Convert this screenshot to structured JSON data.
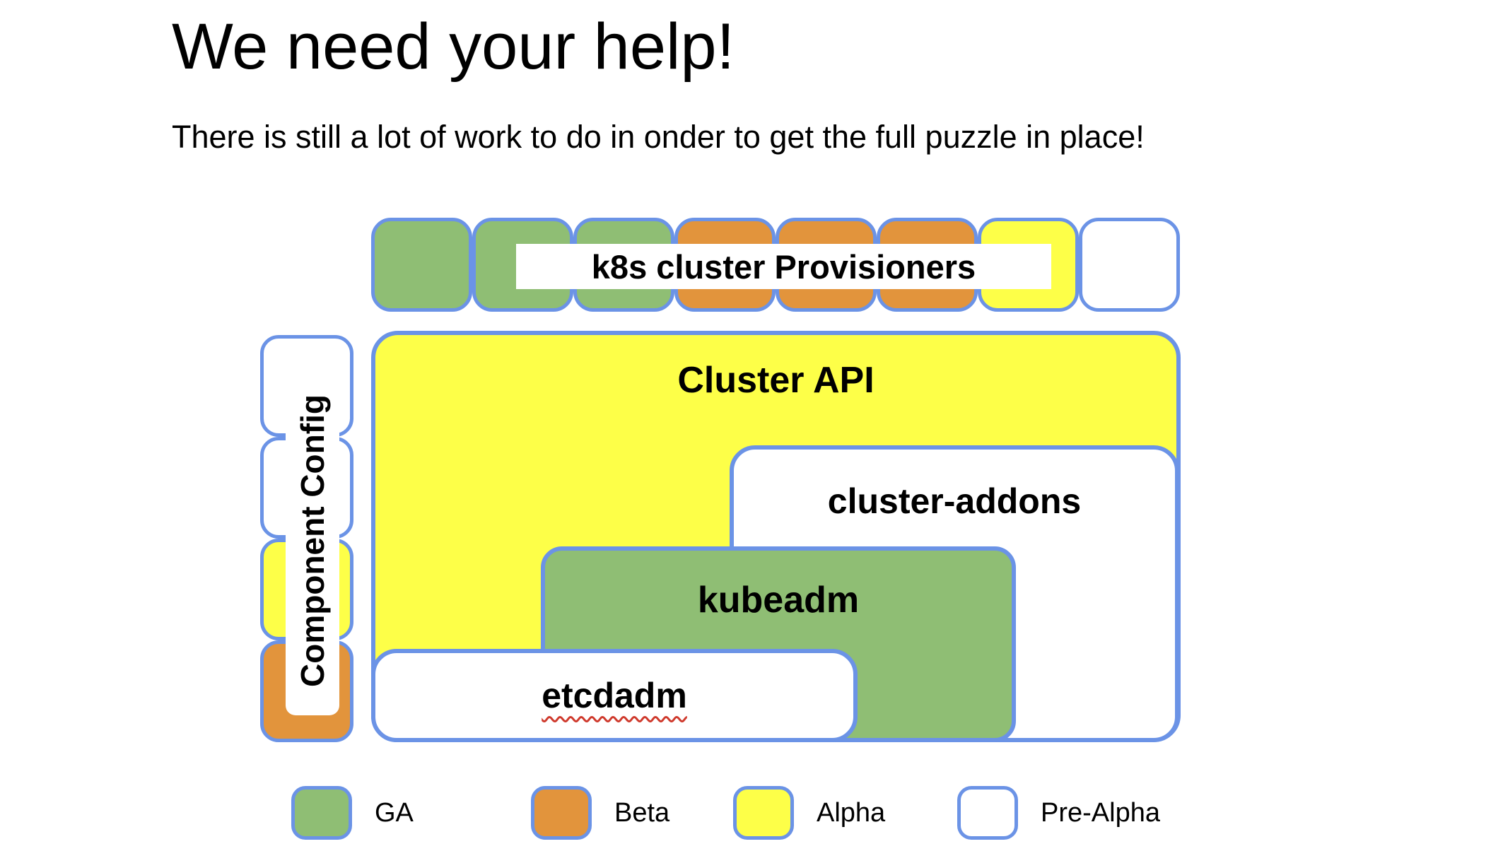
{
  "title": "We need your help!",
  "subtitle": "There is still a lot of work to do in onder to get the full puzzle in place!",
  "diagram": {
    "provisioners_label": "k8s cluster Provisioners",
    "top_row_statuses": [
      "ga",
      "ga",
      "ga",
      "beta",
      "beta",
      "beta",
      "alpha",
      "pre-alpha"
    ],
    "component_config_label": "Component Config",
    "component_config_statuses": [
      "pre-alpha",
      "pre-alpha",
      "alpha",
      "beta"
    ],
    "cluster_api_label": "Cluster API",
    "cluster_addons_label": "cluster-addons",
    "kubeadm_label": "kubeadm",
    "etcdadm_label": "etcdadm"
  },
  "legend": {
    "items": [
      {
        "label": "GA",
        "status": "ga"
      },
      {
        "label": "Beta",
        "status": "beta"
      },
      {
        "label": "Alpha",
        "status": "alpha"
      },
      {
        "label": "Pre-Alpha",
        "status": "pre-alpha"
      }
    ]
  },
  "colors": {
    "ga": "#8fbe74",
    "beta": "#e2943c",
    "alpha": "#fdff48",
    "pre-alpha": "#ffffff",
    "border": "#6b93e6",
    "squiggle": "#cf3a2d"
  }
}
